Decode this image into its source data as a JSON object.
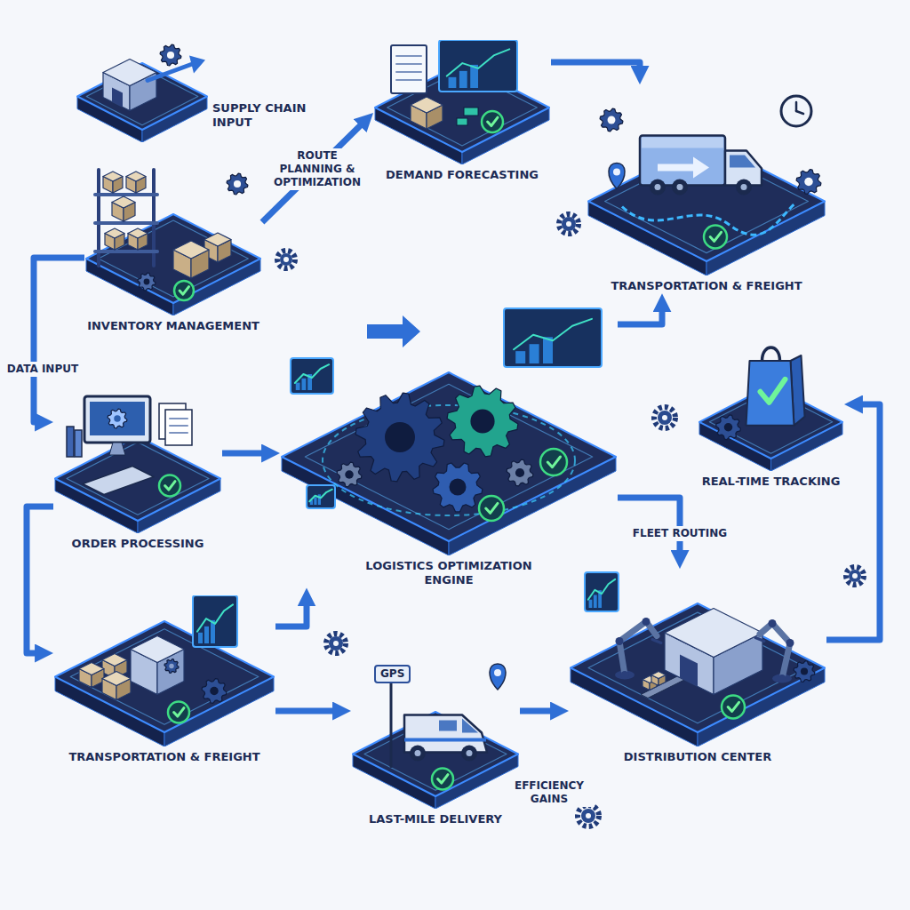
{
  "diagram": {
    "nodes": [
      {
        "text": [
          "SUPPLY CHAIN INPUT"
        ]
      },
      {
        "text": [
          "DEMAND FORECASTING"
        ]
      },
      {
        "text": [
          "TRANSPORTATION & FREIGHT"
        ]
      },
      {
        "text": [
          "INVENTORY MANAGEMENT"
        ]
      },
      {
        "text": [
          "ORDER PROCESSING"
        ]
      },
      {
        "text": [
          "LOGISTICS OPTIMIZATION ENGINE"
        ]
      },
      {
        "text": [
          "REAL-TIME TRACKING"
        ]
      },
      {
        "text": [
          "TRANSPORTATION & FREIGHT"
        ]
      },
      {
        "text": [
          "LAST-MILE DELIVERY"
        ]
      },
      {
        "text": [
          "DISTRIBUTION CENTER"
        ]
      }
    ],
    "edges": [
      {
        "from": 3,
        "to": 1,
        "arrow": "to",
        "label": "ROUTE PLANNING & OPTIMIZATION"
      },
      {
        "from": 1,
        "to": 2,
        "arrow": "to"
      },
      {
        "from": 3,
        "to": 4,
        "arrow": "to",
        "label": "DATA INPUT"
      },
      {
        "from": 4,
        "to": 5,
        "arrow": "to"
      },
      {
        "from": 4,
        "to": 7,
        "arrow": "to"
      },
      {
        "from": 7,
        "to": 5,
        "arrow": "to"
      },
      {
        "from": 7,
        "to": 8,
        "arrow": "to"
      },
      {
        "from": 8,
        "to": 9,
        "arrow": "to",
        "label": "EFFICIENCY GAINS"
      },
      {
        "from": 5,
        "to": 9,
        "arrow": "to",
        "label": "FLEET ROUTING"
      },
      {
        "from": 5,
        "to": 2,
        "arrow": "to"
      },
      {
        "from": 9,
        "to": 6,
        "arrow": "to"
      }
    ],
    "labels": [
      "GPS"
    ]
  }
}
